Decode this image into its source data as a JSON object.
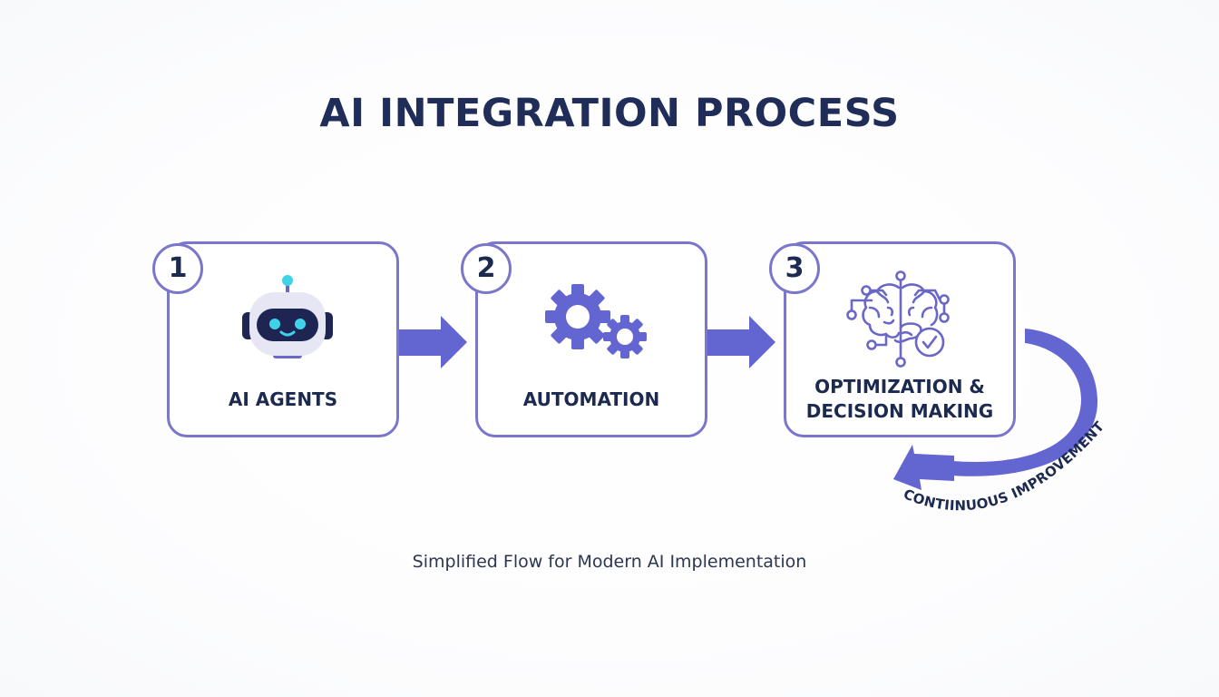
{
  "title": "AI INTEGRATION PROCESS",
  "subtitle": "Simplified Flow for Modern AI Implementation",
  "colors": {
    "title": "#1f2d58",
    "box_border": "#7a76cb",
    "arrow": "#6366d1",
    "label_text": "#1c2a50",
    "robot_face": "#e6e6f5",
    "robot_visor": "#1e2553",
    "robot_eyes": "#3fd3ea"
  },
  "steps": [
    {
      "number": "1",
      "label_lines": [
        "AI AGENTS"
      ],
      "icon": "robot-icon"
    },
    {
      "number": "2",
      "label_lines": [
        "AUTOMATION"
      ],
      "icon": "gears-icon"
    },
    {
      "number": "3",
      "label_lines": [
        "OPTIMIZATION &",
        "DECISION MAKING"
      ],
      "icon": "brain-circuit-check-icon"
    }
  ],
  "connectors": [
    {
      "from": "1",
      "to": "2",
      "icon": "arrow-right-icon"
    },
    {
      "from": "2",
      "to": "3",
      "icon": "arrow-right-icon"
    }
  ],
  "feedback_loop": {
    "label": "CONTIINUOUS IMPROVEMENT",
    "icon": "curved-return-arrow-icon"
  }
}
